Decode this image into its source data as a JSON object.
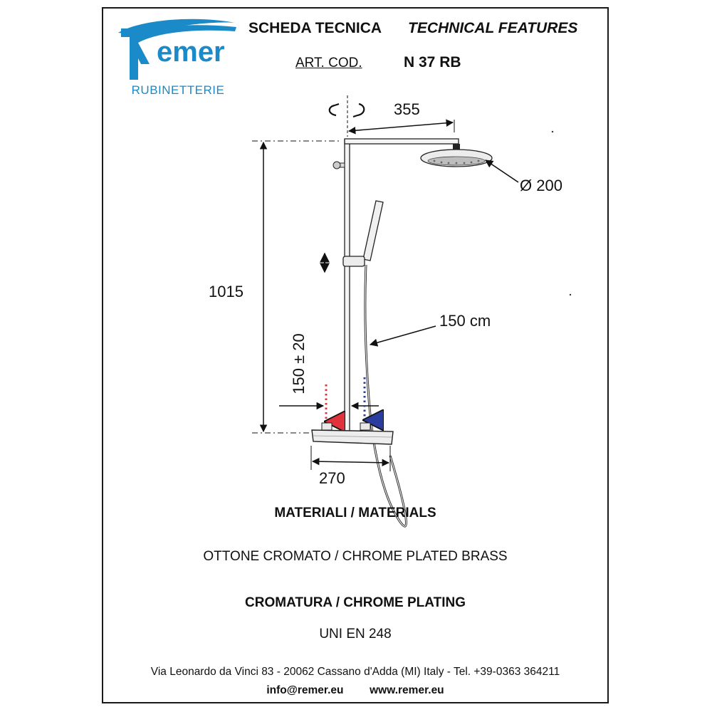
{
  "brand": {
    "name": "Remer",
    "subtitle": "RUBINETTERIE",
    "color": "#1a8ac8"
  },
  "header": {
    "title_it": "SCHEDA TECNICA",
    "title_en": "TECHNICAL FEATURES",
    "art_label": "ART. COD.",
    "art_code": "N 37 RB"
  },
  "dimensions": {
    "arm_length": "355",
    "head_diameter": "Ø 200",
    "total_height": "1015",
    "hose_length": "150 cm",
    "inlet_centers": "150 ± 20",
    "mixer_width": "270"
  },
  "colors": {
    "hot": "#e0323c",
    "cold": "#2a3d9e",
    "line": "#111111"
  },
  "specs": {
    "materials_heading": "MATERIALI / MATERIALS",
    "materials_value": "OTTONE CROMATO / CHROME PLATED BRASS",
    "plating_heading": "CROMATURA / CHROME PLATING",
    "plating_value": "UNI EN 248"
  },
  "footer": {
    "address": "Via Leonardo da Vinci 83 - 20062 Cassano d'Adda (MI) Italy - Tel. +39-0363 364211",
    "email": "info@remer.eu",
    "website": "www.remer.eu"
  }
}
